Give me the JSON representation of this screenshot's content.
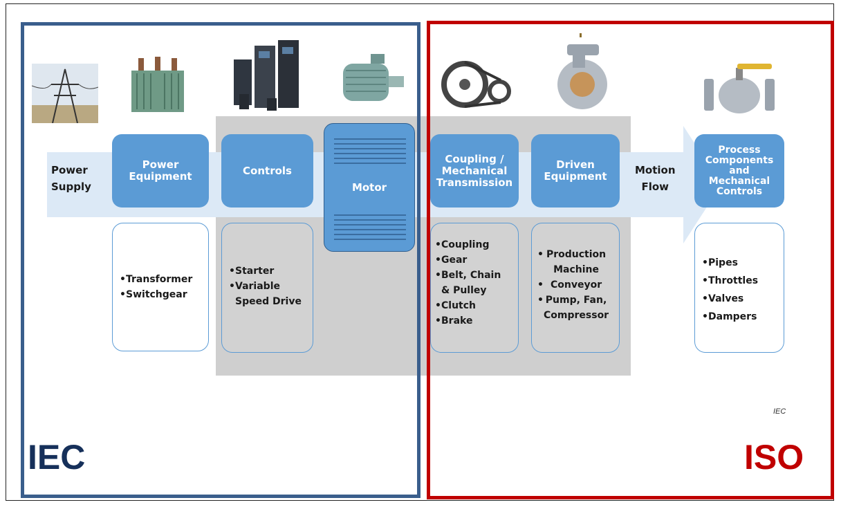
{
  "power_supply": "Power\nSupply",
  "motion_flow": "Motion\nFlow",
  "stages": [
    {
      "label": "Power\nEquipment"
    },
    {
      "label": "Controls"
    },
    {
      "label": "Motor"
    },
    {
      "label": "Coupling /\nMechanical\nTransmission"
    },
    {
      "label": "Driven\nEquipment"
    },
    {
      "label": "Process\nComponents\nand\nMechanical\nControls"
    }
  ],
  "details": {
    "power_equipment": [
      "Transformer",
      "Switchgear"
    ],
    "controls": [
      "Starter",
      "Variable\nSpeed Drive"
    ],
    "coupling": [
      "Coupling",
      "Gear",
      "Belt, Chain\n& Pulley",
      "Clutch",
      "Brake"
    ],
    "driven": [
      "Production\nMachine",
      "Conveyor",
      "Pump, Fan,\nCompressor"
    ],
    "process": [
      "Pipes",
      "Throttles",
      "Valves",
      "Dampers"
    ]
  },
  "iec_label": "IEC",
  "iso_label": "ISO",
  "source_label": "IEC",
  "colors": {
    "iec": "#3a5e8c",
    "iso": "#c00000",
    "box": "#5b9bd5",
    "arrow": "#dce9f6",
    "gray": "#cfcfcf"
  }
}
